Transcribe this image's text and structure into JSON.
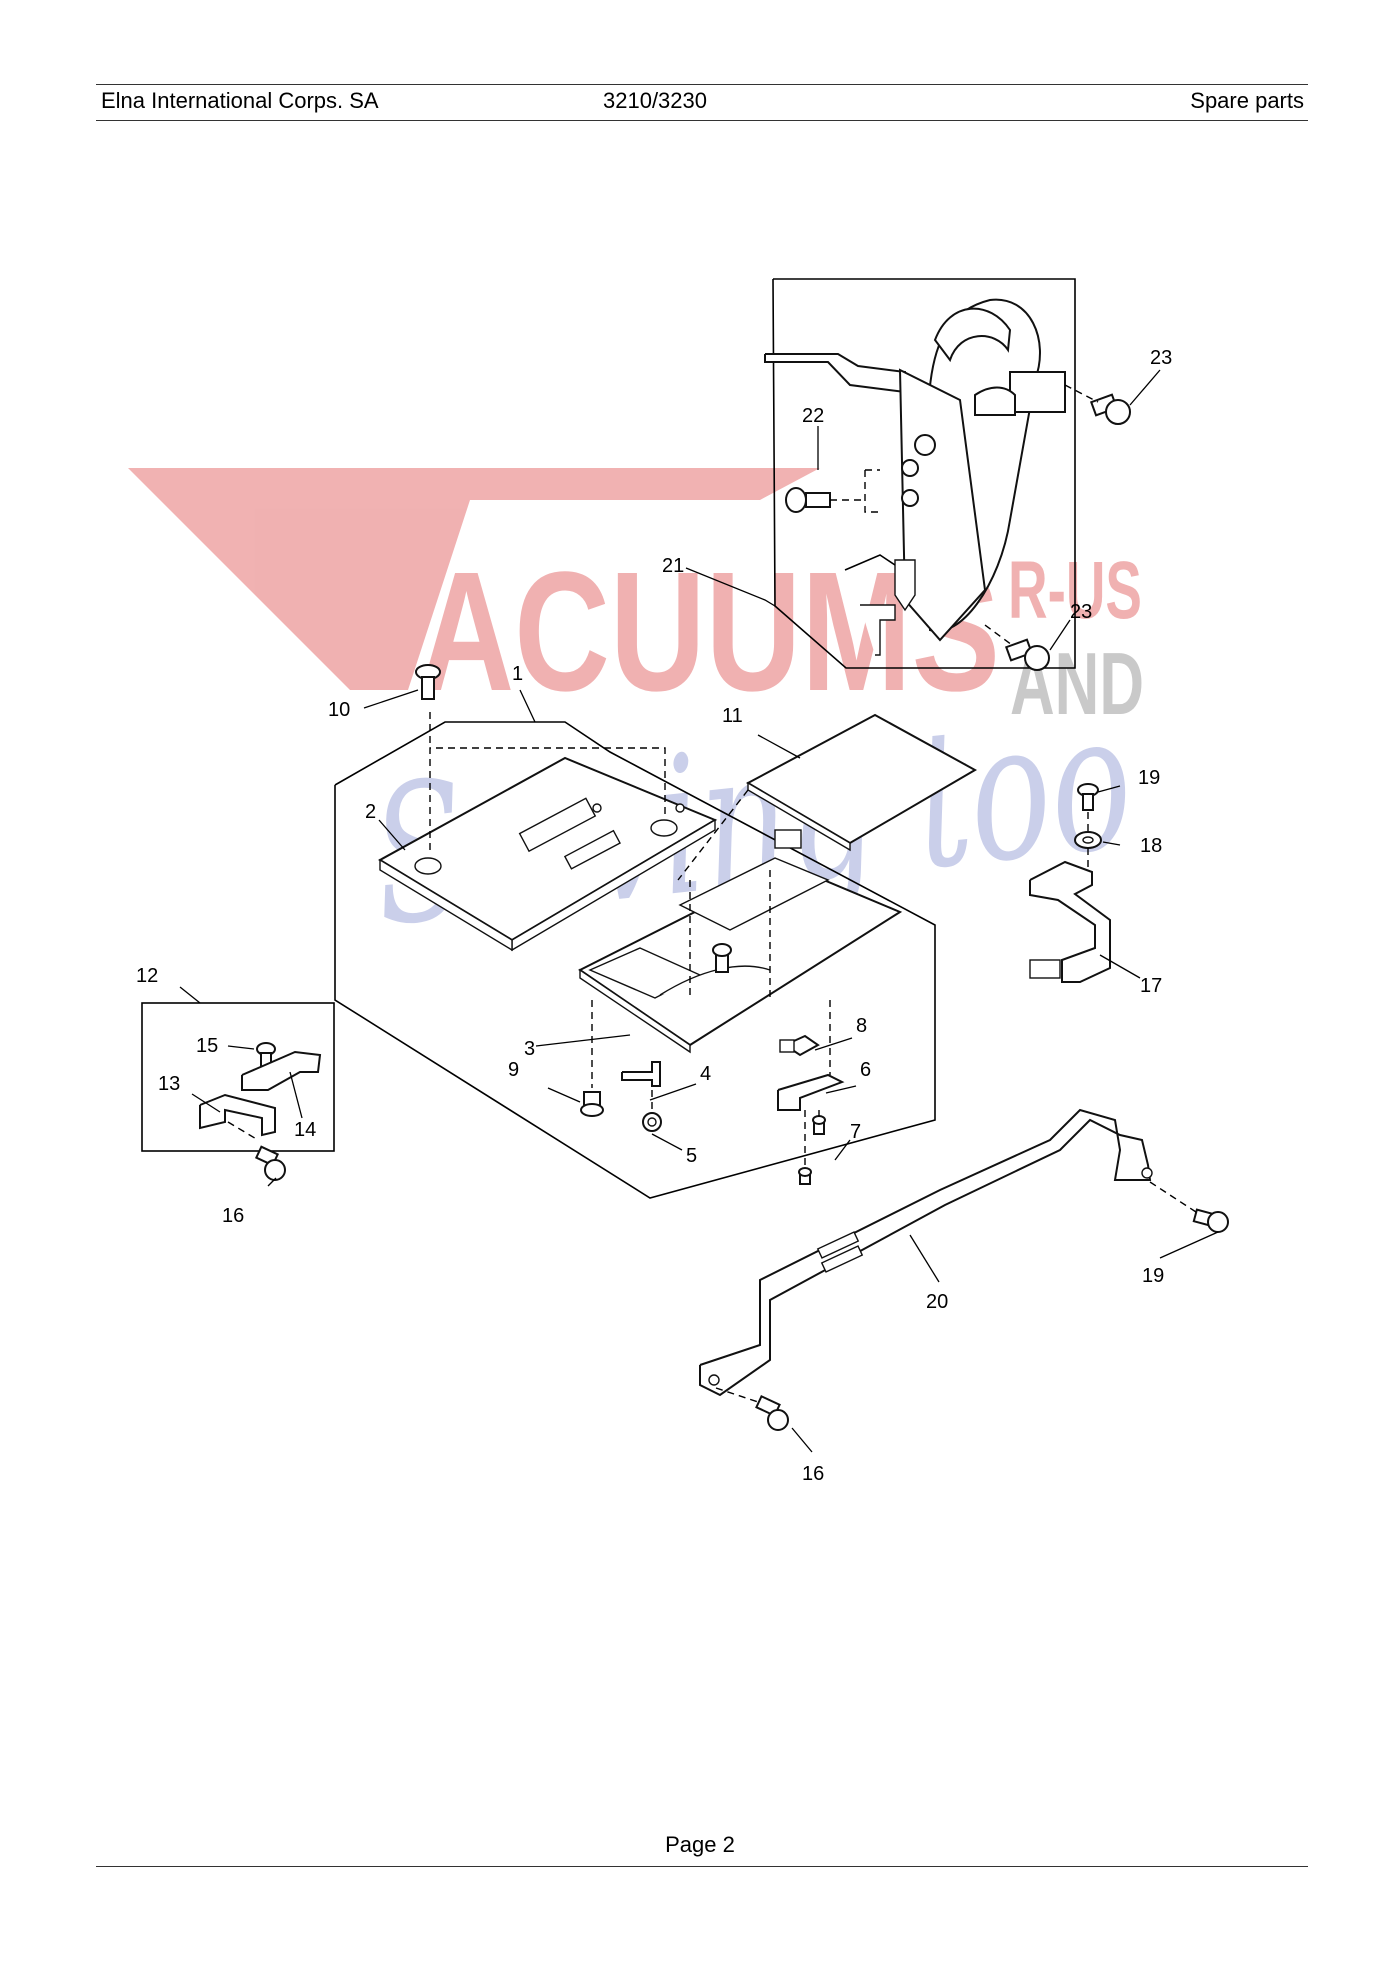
{
  "header": {
    "company": "Elna International Corps. SA",
    "model": "3210/3230",
    "section": "Spare parts"
  },
  "watermark": {
    "line1": "VACUUMS",
    "rus": "R-US",
    "and": "AND",
    "script": "Sewing too",
    "colors": {
      "red": "#e57373",
      "grey": "#9e9e9e",
      "script": "#9fa8da"
    }
  },
  "callouts": {
    "c1": "1",
    "c2": "2",
    "c3": "3",
    "c4": "4",
    "c5": "5",
    "c6": "6",
    "c7": "7",
    "c8": "8",
    "c9": "9",
    "c10": "10",
    "c11": "11",
    "c12": "12",
    "c13": "13",
    "c14": "14",
    "c15": "15",
    "c16a": "16",
    "c16b": "16",
    "c17": "17",
    "c18": "18",
    "c19a": "19",
    "c19b": "19",
    "c20": "20",
    "c21": "21",
    "c22": "22",
    "c23a": "23",
    "c23b": "23"
  },
  "footer": {
    "page": "Page 2"
  }
}
